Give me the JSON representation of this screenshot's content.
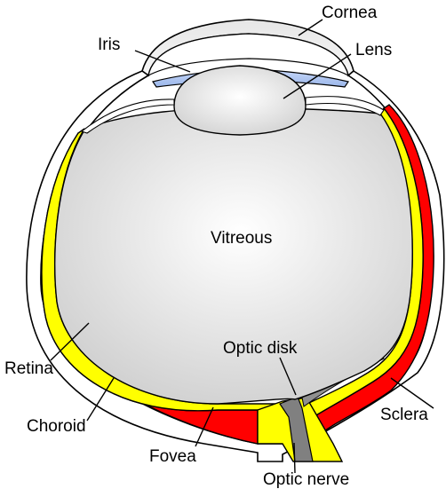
{
  "labels": {
    "cornea": "Cornea",
    "iris": "Iris",
    "lens": "Lens",
    "vitreous": "Vitreous",
    "optic_disk": "Optic disk",
    "retina": "Retina",
    "choroid": "Choroid",
    "sclera": "Sclera",
    "fovea": "Fovea",
    "optic_nerve": "Optic nerve"
  },
  "colors": {
    "choroid": "#ff0000",
    "retina": "#ffff00",
    "sclera": "#ffffff",
    "vitreous_center": "#ffffff",
    "vitreous_edge": "#d0d0d0",
    "iris": "#aac4f0",
    "outline": "#000000",
    "optic_nerve_core": "#808080"
  }
}
